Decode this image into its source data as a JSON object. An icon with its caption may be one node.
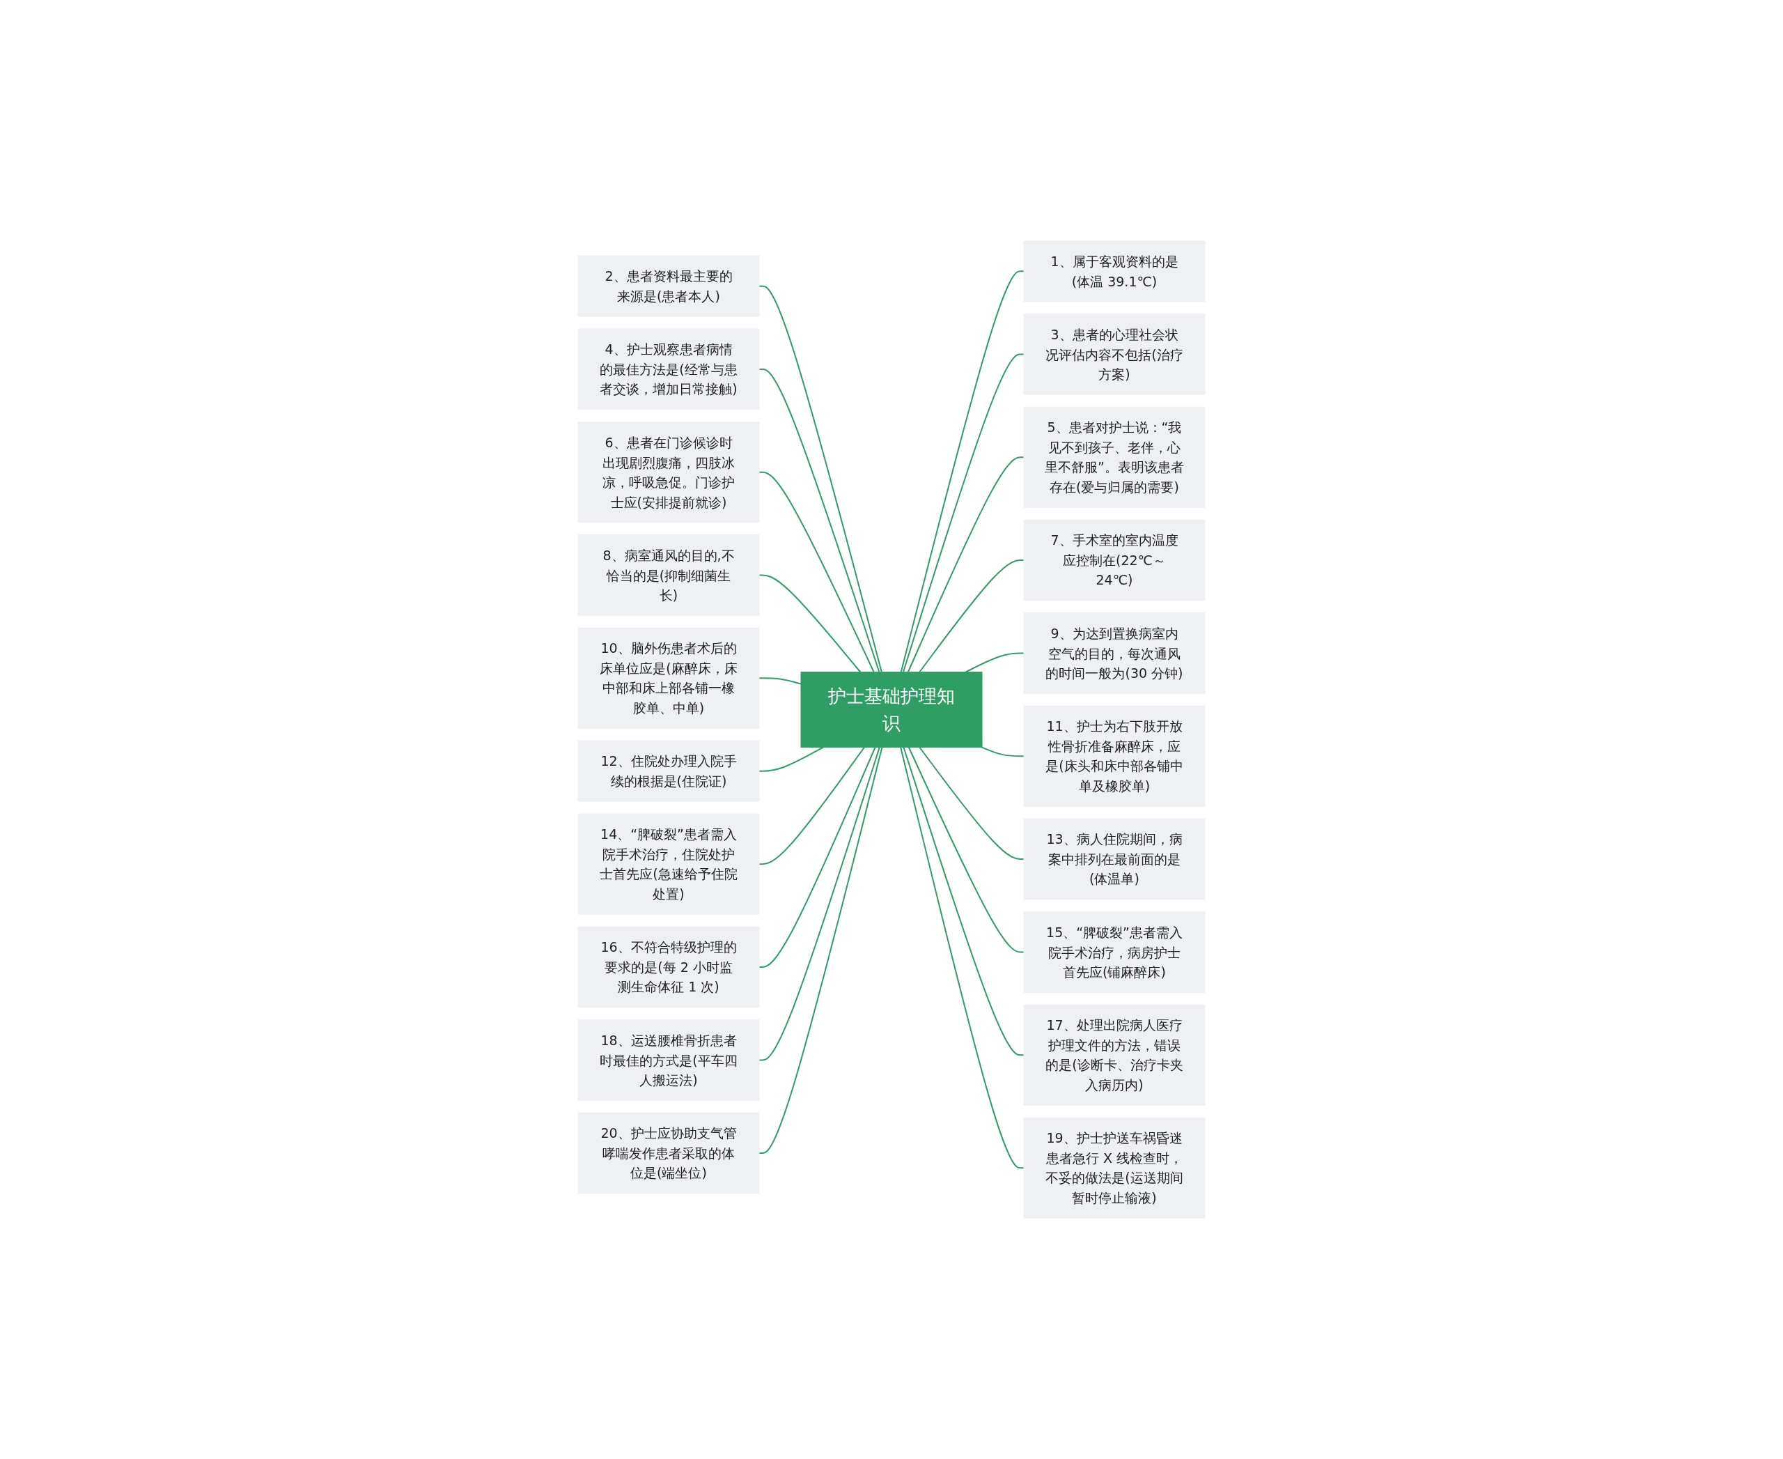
{
  "diagram": {
    "nodes": [
      {
        "text": [
          "护士基础护理知识"
        ]
      },
      {
        "text": [
          "1、属于客观资料的是(体温 39.1℃)"
        ]
      },
      {
        "text": [
          "2、患者资料最主要的来源是(患者本人)"
        ]
      },
      {
        "text": [
          "3、患者的心理社会状况评估内容不包括(治疗方案)"
        ]
      },
      {
        "text": [
          "4、护士观察患者病情的最佳方法是(经常与患者交谈，增加日常接触)"
        ]
      },
      {
        "text": [
          "5、患者对护士说：“我见不到孩子、老伴，心里不舒服”。表明该患者存在(爱与归属的需要)"
        ]
      },
      {
        "text": [
          "6、患者在门诊候诊时出现剧烈腹痛，四肢冰凉，呼吸急促。门诊护士应(安排提前就诊)"
        ]
      },
      {
        "text": [
          "7、手术室的室内温度应控制在(22℃～24℃)"
        ]
      },
      {
        "text": [
          "8、病室通风的目的,不恰当的是(抑制细菌生长)"
        ]
      },
      {
        "text": [
          "9、为达到置换病室内空气的目的，每次通风的时间一般为(30 分钟)"
        ]
      },
      {
        "text": [
          "10、脑外伤患者术后的床单位应是(麻醉床，床中部和床上部各铺一橡胶单、中单)"
        ]
      },
      {
        "text": [
          "11、护士为右下肢开放性骨折准备麻醉床，应是(床头和床中部各铺中单及橡胶单)"
        ]
      },
      {
        "text": [
          "12、住院处办理入院手续的根据是(住院证)"
        ]
      },
      {
        "text": [
          "13、病人住院期间，病案中排列在最前面的是(体温单)"
        ]
      },
      {
        "text": [
          "14、“脾破裂”患者需入院手术治疗，住院处护士首先应(急速给予住院处置)"
        ]
      },
      {
        "text": [
          "15、“脾破裂”患者需入院手术治疗，病房护士首先应(铺麻醉床)"
        ]
      },
      {
        "text": [
          "16、不符合特级护理的要求的是(每 2 小时监测生命体征 1 次)"
        ]
      },
      {
        "text": [
          "17、处理出院病人医疗护理文件的方法，错误的是(诊断卡、治疗卡夹入病历内)"
        ]
      },
      {
        "text": [
          "18、运送腰椎骨折患者时最佳的方式是(平车四人搬运法)"
        ]
      },
      {
        "text": [
          "19、护士护送车祸昏迷患者急行 X 线检查时，不妥的做法是(运送期间暂时停止输液)"
        ]
      },
      {
        "text": [
          "20、护士应协助支气管哮喘发作患者采取的体位是(端坐位)"
        ]
      }
    ],
    "edges": [
      {
        "from": 0,
        "to": 1,
        "arrow": "none"
      },
      {
        "from": 0,
        "to": 2,
        "arrow": "none"
      },
      {
        "from": 0,
        "to": 3,
        "arrow": "none"
      },
      {
        "from": 0,
        "to": 4,
        "arrow": "none"
      },
      {
        "from": 0,
        "to": 5,
        "arrow": "none"
      },
      {
        "from": 0,
        "to": 6,
        "arrow": "none"
      },
      {
        "from": 0,
        "to": 7,
        "arrow": "none"
      },
      {
        "from": 0,
        "to": 8,
        "arrow": "none"
      },
      {
        "from": 0,
        "to": 9,
        "arrow": "none"
      },
      {
        "from": 0,
        "to": 10,
        "arrow": "none"
      },
      {
        "from": 0,
        "to": 11,
        "arrow": "none"
      },
      {
        "from": 0,
        "to": 12,
        "arrow": "none"
      },
      {
        "from": 0,
        "to": 13,
        "arrow": "none"
      },
      {
        "from": 0,
        "to": 14,
        "arrow": "none"
      },
      {
        "from": 0,
        "to": 15,
        "arrow": "none"
      },
      {
        "from": 0,
        "to": 16,
        "arrow": "none"
      },
      {
        "from": 0,
        "to": 17,
        "arrow": "none"
      },
      {
        "from": 0,
        "to": 18,
        "arrow": "none"
      },
      {
        "from": 0,
        "to": 19,
        "arrow": "none"
      },
      {
        "from": 0,
        "to": 20,
        "arrow": "none"
      }
    ]
  }
}
